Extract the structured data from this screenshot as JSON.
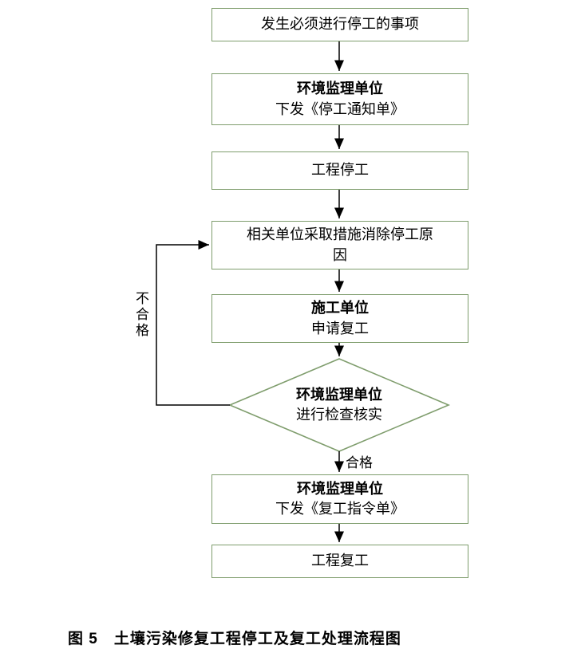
{
  "figure": {
    "caption": "图 5　土壤污染修复工程停工及复工处理流程图"
  },
  "flowchart": {
    "nodes": {
      "start": {
        "lines": [
          "发生必须进行停工的事项"
        ]
      },
      "notice": {
        "lines": [
          "环境监理单位",
          "下发《停工通知单》"
        ]
      },
      "stop": {
        "lines": [
          "工程停工"
        ]
      },
      "measures": {
        "lines": [
          "相关单位采取措施消除停工原因"
        ]
      },
      "apply": {
        "lines": [
          "施工单位",
          "申请复工"
        ]
      },
      "check": {
        "lines": [
          "环境监理单位",
          "进行检查核实"
        ]
      },
      "order": {
        "lines": [
          "环境监理单位",
          "下发《复工指令单》"
        ]
      },
      "resume": {
        "lines": [
          "工程复工"
        ]
      }
    },
    "edge_labels": {
      "pass": "合格",
      "fail": "不合格"
    },
    "colors": {
      "box_border": "#7f9d6d",
      "arrow": "#000000"
    }
  }
}
